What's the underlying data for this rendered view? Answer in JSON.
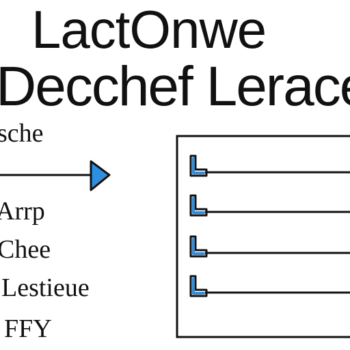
{
  "title": {
    "line1": "LactOnwe",
    "line2": "Decchef Lerace"
  },
  "left_labels": [
    "sche",
    "Arrp",
    "Chee",
    "Lestieue",
    "FFY"
  ],
  "arrow": {
    "color": "#2e8fe0"
  },
  "panel": {
    "rows": 4,
    "icon": "corner-bracket-icon",
    "icon_color": "#2e8fe0",
    "line_color": "#111111"
  }
}
